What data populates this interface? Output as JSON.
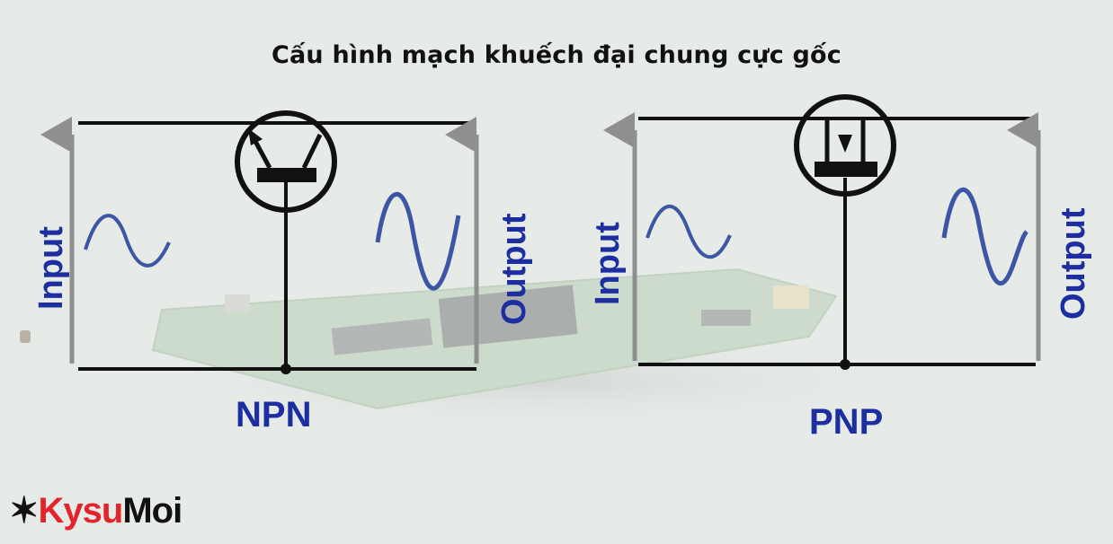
{
  "title": "Cấu hình mạch khuếch đại chung cực gốc",
  "npn": {
    "name": "NPN",
    "input_label": "Input",
    "output_label": "Output"
  },
  "pnp": {
    "name": "PNP",
    "input_label": "Input",
    "output_label": "Output"
  },
  "logo": {
    "part1": "Kysu",
    "part2": "Moi",
    "mark": "✶"
  },
  "colors": {
    "wire": "#111111",
    "arrow": "#8f8f8f",
    "wave": "#3c55a4",
    "label": "#1c2ea0"
  }
}
